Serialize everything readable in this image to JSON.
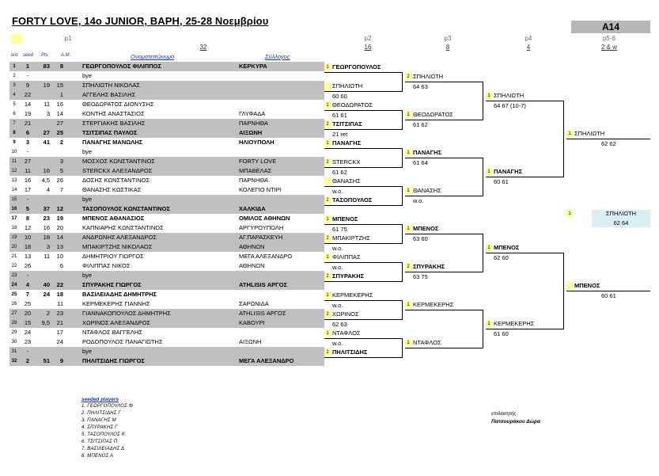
{
  "title": "FORTY LOVE, 14ο JUNIOR, ΒΑΡΗ, 25-28 Νοεμβρίου",
  "category": "A14",
  "phases": [
    {
      "label": "p1",
      "num": "32"
    },
    {
      "label": "p2",
      "num": "16"
    },
    {
      "label": "p3",
      "num": "8"
    },
    {
      "label": "p4",
      "num": "4"
    },
    {
      "label": "p5-6",
      "num": "2 & w"
    }
  ],
  "headers": {
    "aa": "α/α",
    "seed": "seed",
    "pts": "Pts",
    "am": "A.M.",
    "name": "Ονοματεπώνυμο",
    "club": "Σύλλογος"
  },
  "players": [
    {
      "n": "1",
      "seed": "1",
      "pts": "83",
      "am": "8",
      "name": "ΓΕΩΡΓΟΠΟΥΛΟΣ ΦΙΛΙΠΠΟΣ",
      "club": "ΚΕΡΚΥΡΑ",
      "gray": true,
      "bold": true
    },
    {
      "n": "2",
      "seed": "-",
      "pts": "",
      "am": "",
      "name": "bye",
      "club": "",
      "gray": false,
      "bold": false
    },
    {
      "n": "3",
      "seed": "9",
      "pts": "19",
      "am": "15",
      "name": "ΣΠΗΛΙΩΤΗ ΝΙΚΟΛΑΣ",
      "club": "",
      "gray": true,
      "bold": false
    },
    {
      "n": "4",
      "seed": "22",
      "pts": "",
      "am": "1",
      "name": "ΑΓΓΕΛΗΣ ΒΑΣΙΛΗΣ",
      "club": "",
      "gray": true,
      "bold": false
    },
    {
      "n": "5",
      "seed": "14",
      "pts": "11",
      "am": "16",
      "name": "ΘΕΟΔΩΡΑΤΟΣ ΔΙΟΝΥΣΗΣ",
      "club": "",
      "gray": false,
      "bold": false
    },
    {
      "n": "6",
      "seed": "19",
      "pts": "3",
      "am": "14",
      "name": "ΚΟΝΤΗΣ ΑΝΑΣΤΑΣΙΟΣ",
      "club": "ΓΛΥΦΑΔΑ",
      "gray": false,
      "bold": false
    },
    {
      "n": "7",
      "seed": "21",
      "pts": "",
      "am": "27",
      "name": "ΣΤΕΡΓΙΑΚΗΣ ΒΑΣΙΛΗΣ",
      "club": "ΠΑΡΝΗΘΑ",
      "gray": true,
      "bold": false
    },
    {
      "n": "8",
      "seed": "6",
      "pts": "27",
      "am": "25",
      "name": "ΤΣΙΤΣΙΠΑΣ ΠΑΥΛΟΣ",
      "club": "ΑΙΞΩΝΗ",
      "gray": true,
      "bold": true
    },
    {
      "n": "9",
      "seed": "3",
      "pts": "41",
      "am": "2",
      "name": "ΠΑΝΑΓΗΣ ΜΑΝΩΛΗΣ",
      "club": "ΗΛΙΟΥΠΟΛΗ",
      "gray": false,
      "bold": true
    },
    {
      "n": "10",
      "seed": "-",
      "pts": "",
      "am": "",
      "name": "bye",
      "club": "",
      "gray": false,
      "bold": false
    },
    {
      "n": "11",
      "seed": "27",
      "pts": "",
      "am": "3",
      "name": "ΜΟΣΧΟΣ ΚΩΝΣΤΑΝΤΙΝΟΣ",
      "club": "FORTY LOVE",
      "gray": true,
      "bold": false
    },
    {
      "n": "12",
      "seed": "11",
      "pts": "16",
      "am": "5",
      "name": "STERCKX ΑΛΕΞΑΝΔΡΟΣ",
      "club": "ΜΠΑΒΕΛΑΣ",
      "gray": true,
      "bold": false
    },
    {
      "n": "13",
      "seed": "16",
      "pts": "4,5",
      "am": "26",
      "name": "ΔΟΣΗΣ ΚΩΝΣΤΑΝΤΙΝΟΣ",
      "club": "ΠΑΡΝΗΘΑ",
      "gray": false,
      "bold": false
    },
    {
      "n": "14",
      "seed": "17",
      "pts": "4",
      "am": "7",
      "name": "ΘΑΝΑΣΗΣ ΚΩΣΤΙΚΑΣ",
      "club": "ΚΟΛΕΓΙΟ ΝΤΙΡΙ",
      "gray": false,
      "bold": false
    },
    {
      "n": "15",
      "seed": "-",
      "pts": "",
      "am": "",
      "name": "bye",
      "club": "",
      "gray": true,
      "bold": false
    },
    {
      "n": "16",
      "seed": "5",
      "pts": "37",
      "am": "12",
      "name": "ΤΑΣΟΠΟΥΛΟΣ ΚΩΝΣΤΑΝΤΙΝΟΣ",
      "club": "ΧΑΛΚΙΔΑ",
      "gray": true,
      "bold": true
    },
    {
      "n": "17",
      "seed": "8",
      "pts": "23",
      "am": "19",
      "name": "ΜΠΕΝΟΣ ΑΘΑΝΑΣΙΟΣ",
      "club": "ΟΜΙΛΟΣ ΑΘΗΝΩΝ",
      "gray": false,
      "bold": true
    },
    {
      "n": "18",
      "seed": "12",
      "pts": "16",
      "am": "20",
      "name": "ΚΑΠΝΙΑΡΗΣ ΚΩΝΣΤΑΝΤΙΝΟΣ",
      "club": "ΑΡΓΥΡΟΥΠΟΛΗ",
      "gray": false,
      "bold": false
    },
    {
      "n": "19",
      "seed": "10",
      "pts": "18",
      "am": "14",
      "name": "ΑΝΔΡΩΝΗΣ ΑΛΕΞΑΝΔΡΟΣ",
      "club": "ΑΓ.ΠΑΡΑΣΚΕΥΗ",
      "gray": true,
      "bold": false
    },
    {
      "n": "20",
      "seed": "18",
      "pts": "3",
      "am": "13",
      "name": "ΜΠΑΚΙΡΤΖΗΣ ΝΙΚΟΛΑΟΣ",
      "club": "ΑΘΗΝΩΝ",
      "gray": true,
      "bold": false
    },
    {
      "n": "21",
      "seed": "13",
      "pts": "11",
      "am": "10",
      "name": "ΔΗΜΗΤΡΙΟΥ ΓΙΩΡΓΟΣ",
      "club": "ΜΕΓΑ ΑΛΕΞΑΝΔΡΟ",
      "gray": false,
      "bold": false
    },
    {
      "n": "22",
      "seed": "26",
      "pts": "",
      "am": "6",
      "name": "ΦΙΛΙΠΠΑΣ ΝΙΚΟΣ",
      "club": "ΑΘΗΝΩΝ",
      "gray": false,
      "bold": false
    },
    {
      "n": "23",
      "seed": "-",
      "pts": "",
      "am": "",
      "name": "bye",
      "club": "",
      "gray": true,
      "bold": false
    },
    {
      "n": "24",
      "seed": "4",
      "pts": "40",
      "am": "22",
      "name": "ΣΠΥΡΑΚΗΣ ΓΙΩΡΓΟΣ",
      "club": "ATHLISIS ΑΡΓΟΣ",
      "gray": true,
      "bold": true
    },
    {
      "n": "25",
      "seed": "7",
      "pts": "24",
      "am": "18",
      "name": "ΒΑΣΙΛΕΙΑΔΗΣ ΔΗΜΗΤΡΗΣ",
      "club": "",
      "gray": false,
      "bold": true
    },
    {
      "n": "26",
      "seed": "25",
      "pts": "",
      "am": "11",
      "name": "ΚΕΡΜΕΚΕΡΗΣ ΓΙΑΝΝΗΣ",
      "club": "ΣΑΡΩΝΙΔΑ",
      "gray": false,
      "bold": false
    },
    {
      "n": "27",
      "seed": "20",
      "pts": "2",
      "am": "23",
      "name": "ΓΙΑΝΝΑΚΟΠΟΥΛΟΣ ΔΗΜΗΤΡΗΣ",
      "club": "ATHLISIS ΑΡΓΟΣ",
      "gray": true,
      "bold": false
    },
    {
      "n": "28",
      "seed": "15",
      "pts": "9,5",
      "am": "21",
      "name": "ΧΩΡΙΝΟΣ ΑΛΕΞΑΝΔΡΟΣ",
      "club": "ΚΑΒΟΥΡΙ",
      "gray": true,
      "bold": false
    },
    {
      "n": "29",
      "seed": "24",
      "pts": "",
      "am": "17",
      "name": "ΝΤΑΦΛΟΣ ΒΑΓΓΕΛΗΣ",
      "club": "",
      "gray": false,
      "bold": false
    },
    {
      "n": "30",
      "seed": "23",
      "pts": "",
      "am": "24",
      "name": "ΡΟΔΟΠΟΥΛΟΣ ΠΑΝΑΓΙΩΤΗΣ",
      "club": "ΑΙΞΩΝΗ",
      "gray": false,
      "bold": false
    },
    {
      "n": "31",
      "seed": "-",
      "pts": "",
      "am": "",
      "name": "bye",
      "club": "",
      "gray": true,
      "bold": false
    },
    {
      "n": "32",
      "seed": "2",
      "pts": "51",
      "am": "9",
      "name": "ΠΗΛΙΤΣΙΔΗΣ ΓΙΩΡΓΟΣ",
      "club": "ΜΕΓΑ ΑΛΕΞΑΝΔΡΟ",
      "gray": true,
      "bold": true
    }
  ],
  "round16": [
    {
      "marker": "1",
      "name": "ΓΕΩΡΓΟΠΟΥΛΟΣ",
      "score": "",
      "bold": true
    },
    {
      "marker": "",
      "name": "ΣΠΗΛΙΩΤΗ",
      "score": "60 60",
      "bold": false
    },
    {
      "marker": "1",
      "name": "ΘΕΟΔΩΡΑΤΟΣ",
      "score": "61 61",
      "bold": false
    },
    {
      "marker": "2",
      "name": "ΤΣΙΤΣΙΠΑΣ",
      "score": "21 ret",
      "bold": true
    },
    {
      "marker": "1",
      "name": "ΠΑΝΑΓΗΣ",
      "score": "",
      "bold": true
    },
    {
      "marker": "2",
      "name": "STERCKX",
      "score": "61 62",
      "bold": false
    },
    {
      "marker": "",
      "name": "ΘΑΝΑΣΗΣ",
      "score": "w.o.",
      "bold": false
    },
    {
      "marker": "2",
      "name": "ΤΑΣΟΠΟΥΛΟΣ",
      "score": "",
      "bold": true
    },
    {
      "marker": "1",
      "name": "ΜΠΕΝΟΣ",
      "score": "61 75",
      "bold": true
    },
    {
      "marker": "2",
      "name": "ΜΠΑΚΙΡΤΖΗΣ",
      "score": "w.o.",
      "bold": false
    },
    {
      "marker": "1",
      "name": "ΦΙΛΙΠΠΑΣ",
      "score": "w.o.",
      "bold": false
    },
    {
      "marker": "2",
      "name": "ΣΠΥΡΑΚΗΣ",
      "score": "",
      "bold": true
    },
    {
      "marker": "1",
      "name": "ΚΕΡΜΕΚΕΡΗΣ",
      "score": "w.o.",
      "bold": false
    },
    {
      "marker": "2",
      "name": "ΧΩΡΙΝΟΣ",
      "score": "62 63",
      "bold": false
    },
    {
      "marker": "1",
      "name": "ΝΤΑΦΛΟΣ",
      "score": "w.o.",
      "bold": false
    },
    {
      "marker": "2",
      "name": "ΠΗΛΙΤΣΙΔΗΣ",
      "score": "",
      "bold": true
    }
  ],
  "qf": [
    {
      "marker": "2",
      "name": "ΣΠΗΛΙΩΤΗ",
      "score": "64 63",
      "bold": false
    },
    {
      "marker": "1",
      "name": "ΘΕΟΔΩΡΑΤΟΣ",
      "score": "61 62",
      "bold": false
    },
    {
      "marker": "1",
      "name": "ΠΑΝΑΓΗΣ",
      "score": "61 64",
      "bold": true
    },
    {
      "marker": "1",
      "name": "ΘΑΝΑΣΗΣ",
      "score": "w.o.",
      "bold": false
    },
    {
      "marker": "1",
      "name": "ΜΠΕΝΟΣ",
      "score": "63 60",
      "bold": true
    },
    {
      "marker": "2",
      "name": "ΣΠΥΡΑΚΗΣ",
      "score": "63 75",
      "bold": true
    },
    {
      "marker": "1",
      "name": "ΚΕΡΜΕΚΕΡΗΣ",
      "score": "",
      "bold": false
    },
    {
      "marker": "1",
      "name": "ΝΤΑΦΛΟΣ",
      "score": "",
      "bold": false
    }
  ],
  "sf": [
    {
      "marker": "1",
      "name": "ΣΠΗΛΙΩΤΗ",
      "score": "64 67 (10-7)",
      "bold": false
    },
    {
      "marker": "1",
      "name": "ΠΑΝΑΓΗΣ",
      "score": "60 61",
      "bold": true
    },
    {
      "marker": "1",
      "name": "ΜΠΕΝΟΣ",
      "score": "62 60",
      "bold": true
    },
    {
      "marker": "1",
      "name": "ΚΕΡΜΕΚΕΡΗΣ",
      "score": "61 60",
      "bold": false
    }
  ],
  "final": [
    {
      "marker": "1",
      "name": "ΣΠΗΛΙΩΤΗ",
      "score": "62 62",
      "bold": false
    },
    {
      "marker": "",
      "name": "ΜΠΕΝΟΣ",
      "score": "60 61",
      "bold": true
    }
  ],
  "winner": {
    "marker": "1",
    "name": "ΣΠΗΛΙΩΤΗ",
    "score": "62 64"
  },
  "seeded": {
    "title": "seeded players",
    "list": [
      "1. ΓΕΩΡΓΟΠΟΥΛΟΣ Φ",
      "2. ΠΗΛΙΤΣΙΔΗΣ Γ",
      "3. ΠΑΝΑΓΗΣ Μ",
      "4. ΣΠΥΡΑΚΗΣ Γ",
      "5. ΤΑΣΟΠΟΥΛΟΣ Κ",
      "6. ΤΣΙΤΣΙΠΑΣ Π",
      "7. ΒΑΣΙΛΕΙΑΔΗΣ Δ",
      "8. ΜΠΕΝΟΣ Α"
    ]
  },
  "referee": {
    "label": "επιδιαιτητής",
    "name": "Πατσουράκου Δώρα"
  }
}
